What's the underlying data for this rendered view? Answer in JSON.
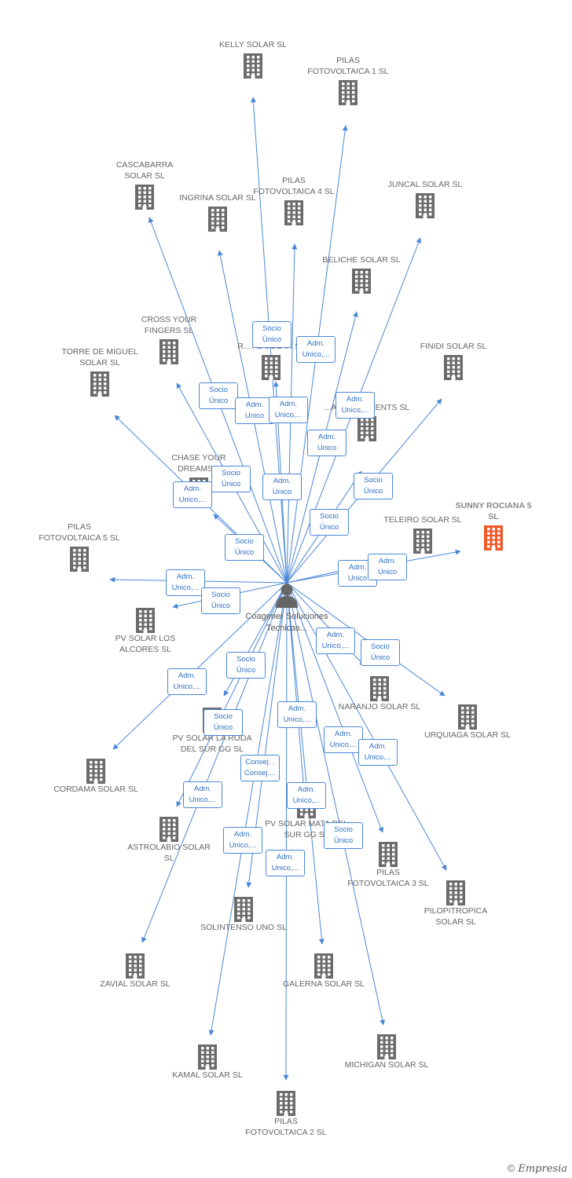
{
  "center": {
    "label": "Coagener Soluciones Tecnicas..."
  },
  "colors": {
    "edge": "#4a87d6",
    "building": "#6b6b6b",
    "target": "#f05a28",
    "badge_text": "#2f6fc4"
  },
  "nodes": [
    {
      "label": "KELLY SOLAR SL"
    },
    {
      "label": "PILAS FOTOVOLTAICA 1 SL"
    },
    {
      "label": "CASCABARRA SOLAR SL"
    },
    {
      "label": "INGRINA SOLAR SL"
    },
    {
      "label": "PILAS FOTOVOLTAICA 4 SL"
    },
    {
      "label": "JUNCAL SOLAR SL"
    },
    {
      "label": "BELICHE SOLAR SL"
    },
    {
      "label": "CROSS YOUR FINGERS SL"
    },
    {
      "label": "R... AL SOLAR SL"
    },
    {
      "label": "TORRE DE MIGUEL SOLAR SL"
    },
    {
      "label": "FINIDI SOLAR SL"
    },
    {
      "label": "...A INVESTMENTS SL"
    },
    {
      "label": "CHASE YOUR DREAMS..."
    },
    {
      "label": "SUNNY ROCIANA 5 SL",
      "target": true
    },
    {
      "label": "TELEIRO SOLAR SL"
    },
    {
      "label": "PILAS FOTOVOLTAICA 5 SL"
    },
    {
      "label": "PV SOLAR LOS ALCORES SL"
    },
    {
      "label": "NARANJO SOLAR SL"
    },
    {
      "label": "URQUIAGA SOLAR SL"
    },
    {
      "label": "PV SOLAR LA RODA DEL SUR GG SL"
    },
    {
      "label": "CORDAMA SOLAR SL"
    },
    {
      "label": "ASTROLABIO SOLAR SL"
    },
    {
      "label": "PV SOLAR MATA DEL SUR GG SL"
    },
    {
      "label": "PILAS FOTOVOLTAICA 3 SL"
    },
    {
      "label": "PILOPITROPICA SOLAR SL"
    },
    {
      "label": "SOLINTENSO UNO SL"
    },
    {
      "label": "ZAVIAL SOLAR SL"
    },
    {
      "label": "GALERNA SOLAR SL"
    },
    {
      "label": "MICHIGAN SOLAR SL"
    },
    {
      "label": "KAMAL SOLAR SL"
    },
    {
      "label": "PILAS FOTOVOLTAICA 2 SL"
    }
  ],
  "badges": [
    {
      "l1": "Socio",
      "l2": "Único"
    },
    {
      "l1": "Adm.",
      "l2": "Unico,..."
    },
    {
      "l1": "Socio",
      "l2": "Único"
    },
    {
      "l1": "Adm.",
      "l2": "Unico"
    },
    {
      "l1": "Adm.",
      "l2": "Unico,..."
    },
    {
      "l1": "Adm.",
      "l2": "Unico,..."
    },
    {
      "l1": "Adm.",
      "l2": "Unico"
    },
    {
      "l1": "Socio",
      "l2": "Único"
    },
    {
      "l1": "Adm.",
      "l2": "Unico,..."
    },
    {
      "l1": "Adm.",
      "l2": "Unico"
    },
    {
      "l1": "Socio",
      "l2": "Único"
    },
    {
      "l1": "Socio",
      "l2": "Único"
    },
    {
      "l1": "Socio",
      "l2": "Único"
    },
    {
      "l1": "Adm.",
      "l2": "Unico"
    },
    {
      "l1": "Adm.",
      "l2": "Unico"
    },
    {
      "l1": "Adm.",
      "l2": "Unico,..."
    },
    {
      "l1": "Socio",
      "l2": "Único"
    },
    {
      "l1": "Adm.",
      "l2": "Unico,..."
    },
    {
      "l1": "Socio",
      "l2": "Único"
    },
    {
      "l1": "Socio",
      "l2": "Único"
    },
    {
      "l1": "Adm.",
      "l2": "Unico,..."
    },
    {
      "l1": "Socio",
      "l2": "Único"
    },
    {
      "l1": "Adm.",
      "l2": "Unico,..."
    },
    {
      "l1": "Adm.",
      "l2": "Unico,..."
    },
    {
      "l1": "Adm.",
      "l2": "Unico,..."
    },
    {
      "l1": "Consej. .",
      "l2": "Consej...."
    },
    {
      "l1": "Adm.",
      "l2": "Unico,..."
    },
    {
      "l1": "Adm.",
      "l2": "Unico,..."
    },
    {
      "l1": "Socio",
      "l2": "Único"
    },
    {
      "l1": "Adm.",
      "l2": "Unico,..."
    },
    {
      "l1": "Adm.",
      "l2": "Unico,..."
    }
  ],
  "footer": {
    "copyright": "©",
    "brand": "Empresia"
  }
}
